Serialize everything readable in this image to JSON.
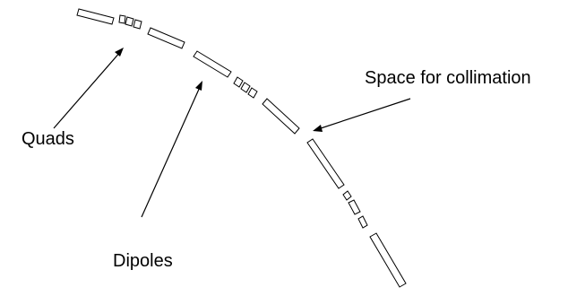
{
  "labels": {
    "quads": "Quads",
    "dipoles": "Dipoles",
    "collimation": "Space for collimation"
  },
  "colors": {
    "stroke": "#000000",
    "fill": "#ffffff",
    "background": "#ffffff"
  }
}
